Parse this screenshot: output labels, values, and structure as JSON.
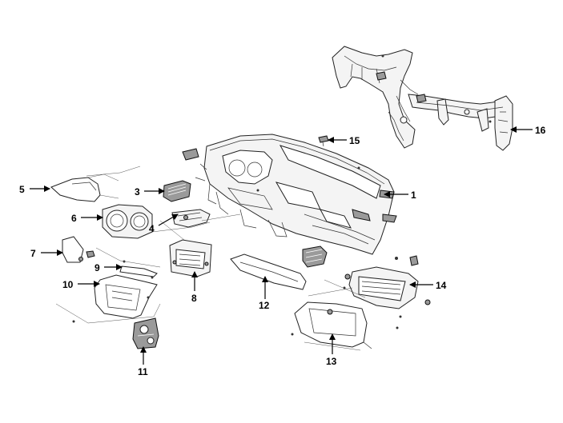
{
  "diagram": {
    "callouts": [
      {
        "id": "1",
        "label": "1"
      },
      {
        "id": "3",
        "label": "3"
      },
      {
        "id": "4",
        "label": "4"
      },
      {
        "id": "5",
        "label": "5"
      },
      {
        "id": "6",
        "label": "6"
      },
      {
        "id": "7",
        "label": "7"
      },
      {
        "id": "8",
        "label": "8"
      },
      {
        "id": "9",
        "label": "9"
      },
      {
        "id": "10",
        "label": "10"
      },
      {
        "id": "11",
        "label": "11"
      },
      {
        "id": "12",
        "label": "12"
      },
      {
        "id": "13",
        "label": "13"
      },
      {
        "id": "14",
        "label": "14"
      },
      {
        "id": "15",
        "label": "15"
      },
      {
        "id": "16",
        "label": "16"
      }
    ]
  }
}
